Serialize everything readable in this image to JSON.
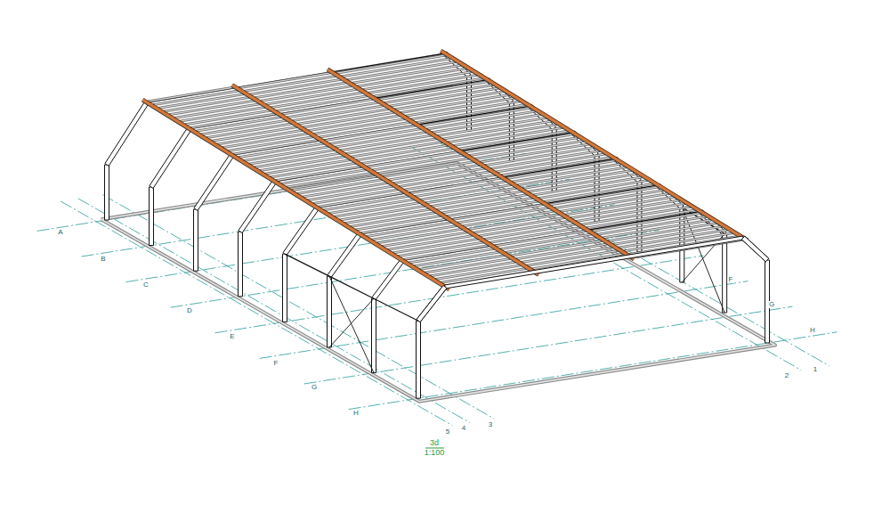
{
  "diagram": {
    "labels": [
      "A",
      "B",
      "C",
      "D",
      "E",
      "F",
      "G",
      "H",
      "5",
      "4",
      "3",
      "2",
      "1",
      "H",
      "F",
      "G",
      "3d",
      "1:100"
    ]
  }
}
